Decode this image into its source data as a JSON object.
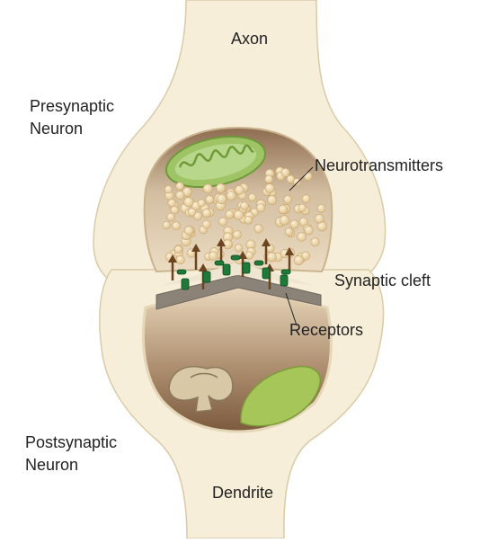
{
  "labels": {
    "axon": "Axon",
    "presynaptic_line1": "Presynaptic",
    "presynaptic_line2": "Neuron",
    "neurotransmitters": "Neurotransmitters",
    "synaptic_cleft": "Synaptic cleft",
    "receptors": "Receptors",
    "postsynaptic_line1": "Postsynaptic",
    "postsynaptic_line2": "Neuron",
    "dendrite": "Dendrite"
  },
  "colors": {
    "membrane": "#f6eed8",
    "membrane_stroke": "#cfc09a",
    "cytoplasm_top": "#dcc7aa",
    "cytoplasm_bottom": "#8a6a4c",
    "mitochondrion": "#9fc466",
    "vesicle": "#f2dcae",
    "receptor": "#1f7a3a",
    "transport_arrow": "#6b4422",
    "nucleus": "#a6c65a",
    "golgi": "#d8c8a6"
  }
}
